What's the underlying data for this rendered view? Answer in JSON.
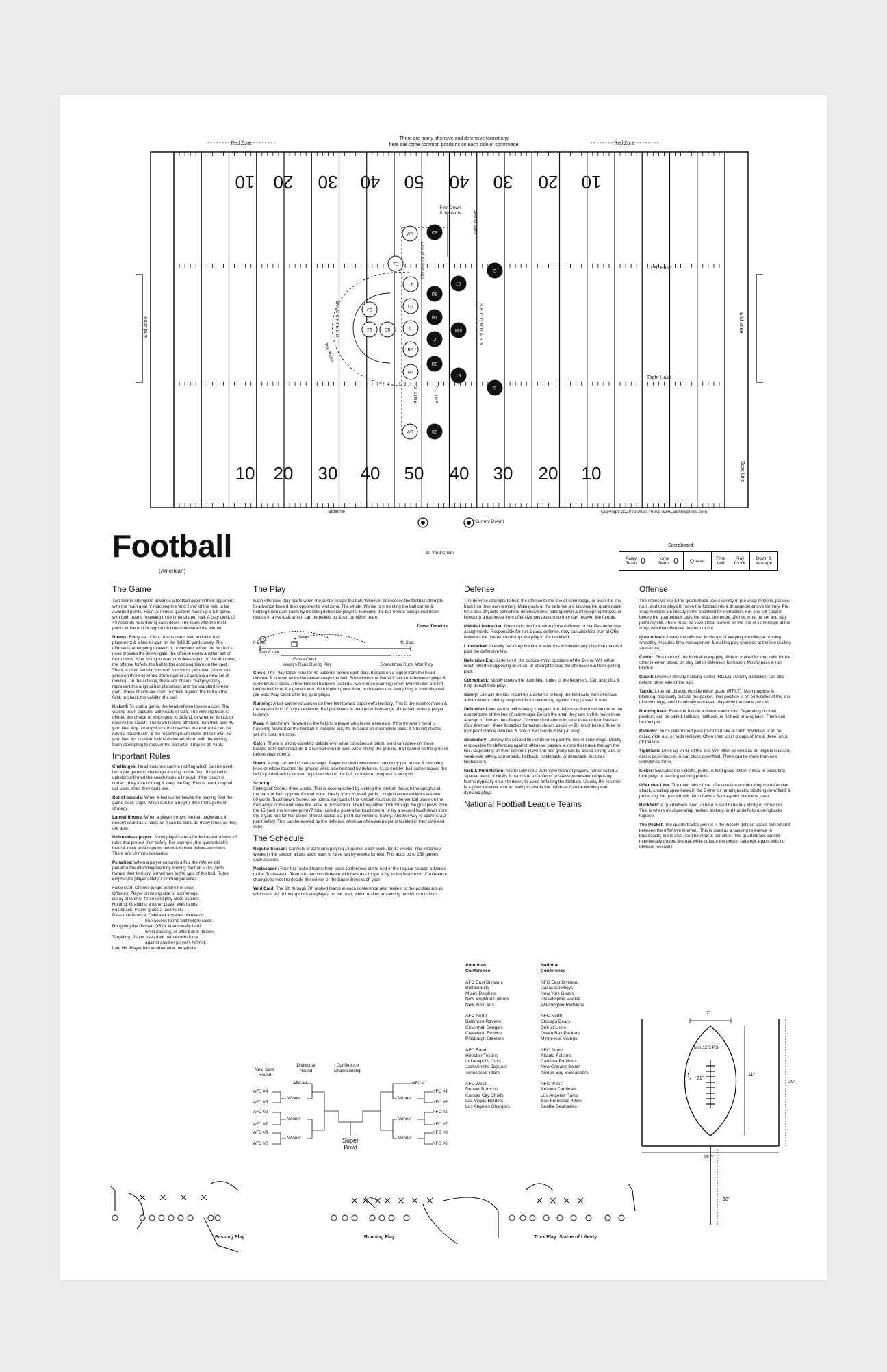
{
  "field": {
    "top_note_1": "There are many offensive and defensive formations,",
    "top_note_2": "here are some common positions on each side of scrimmage.",
    "red_zone_left": "- - - - - - - - Red Zone - - - - - - - -",
    "red_zone_right": "- - - - - - - - Red Zone - - - - - - - -",
    "top_numbers": [
      "10",
      "20",
      "30",
      "40",
      "50",
      "40",
      "30",
      "20",
      "10"
    ],
    "bottom_numbers": [
      "10",
      "20",
      "30",
      "40",
      "50",
      "40",
      "30",
      "20",
      "10"
    ],
    "end_zone_left": "End Zone",
    "end_zone_right": "End Zone",
    "left_hash": "Left Hash",
    "right_hash": "Right Hash",
    "first_down": "First Down",
    "ten_yards": "& 10 Yards",
    "line_to_gain": "Line to Gain",
    "line_of_scrimmage": "Line of Scrimmage",
    "backfield": "BACKFIELD",
    "the_pocket": "The Pocket",
    "secondary": "SECONDARY",
    "o_line": "O-LINE",
    "d_line": "D-LINE",
    "sideline": "Sideline",
    "base_line": "Base Line",
    "copyright": "Copyright 2020 Archie's Press www.archiespress.com",
    "ten_yard_chain": "10 Yard Chain",
    "current_down": "(Current Down)",
    "offense_players": [
      "WR",
      "TE",
      "LT",
      "LG",
      "C",
      "RG",
      "RT",
      "FB",
      "TB",
      "QB",
      "WR"
    ],
    "defense_players": [
      "CB",
      "DE",
      "RT",
      "LT",
      "DE",
      "LB",
      "MLB",
      "LB",
      "S",
      "S",
      "CB"
    ]
  },
  "title": "Football",
  "subtitle": "(American)",
  "scoreboard": {
    "label": "Scoreboard",
    "away": "Away Team",
    "away_score": "0",
    "home": "Home Team",
    "home_score": "0",
    "quarter": "Quarter",
    "time_left": "Time Left",
    "play_clock": "Play Clock",
    "down_yardage": "Down & Yardage"
  },
  "game": {
    "heading": "The Game",
    "p1": "Two teams attempt to advance a football against their opponent, with the main goal of reaching the 'end zone' of the field to be awarded points. Four 15-minute quarters make up a full game, with both teams receiving three timeouts per half. A play clock of 40 seconds runs during each down. The team with the most points at the end of regulation time is declared the winner.",
    "downs_t": "Downs:",
    "downs": " Every set of four downs starts with an initial ball placement & a line-to-gain on the field 10 yards away. The offense is attempting to reach it, or beyond. When the football's nose crosses the line-to-gain, the offense earns another set of four downs. After failing to reach the line-to-gain on the 4th down, the offense forfeits the ball to the opposing team on the spot. There is often satisfaction with four yards per down (since four yards on three seperate downs gains 12 yards & a new set of downs). On the sideline, there are 'chains' that physically represent the original ball placement and the standard line-to-gain. These chains are used to check against the ball on the field, or check the validity of a call.",
    "kickoff_t": "Kickoff:",
    "kickoff": " To start a game, the head referee tosses a coin. The visiting team captians call heads or tails. The winning team is offered the choice of which goal to defend, or whether to kick or receive the kickoff. The team kicking off starts from their own 45-yard line. Any uncaught kick that reaches the end zone can be ruled a 'touchback', & the receiving team starts at their own 25-yard line. An 'on-side' kick is delivered short, with the kicking team attempting to recover the ball after it travels 10 yards."
  },
  "rules": {
    "heading": "Important Rules",
    "challenges_t": "Challenges:",
    "challenges": " Head coaches carry a red flag which can be used twice per game to challenge a ruling on the field. If the call is upheld/confirmed the coach loses a timeout. If the coach is correct, they lose nothing & keep the flag. Film is used, original call used when they can't see.",
    "oob_t": "Out of bounds:",
    "oob": " When a ball carrier leaves the playing field the game clock stops, which can be a helpful time management strategy.",
    "lateral_t": "Lateral throws:",
    "lateral": " When a player throws the ball backwards it doesn't count as a pass, so it can be done as many times as they are able.",
    "defenseless_t": "Defenseless player:",
    "defenseless": " Some players are afforded an extra layer of rules that protect their safety. For example, the quarterback's head & neck area is protected due to their defenselessness. There are 10 more scenarios.",
    "penalties_t": "Penalties:",
    "penalties": " When a player commits a foul the referee will penalize the offending team by moving the ball 5 -15 yards toward their territory, sometimes to the spot of the foul. Rules emphasize player safety. Common penalties:",
    "penalty_list": [
      "False start: Offense jumps before the snap.",
      "Offsides: Player on wrong side of scrimmage.",
      "Delay of Game: 40-second play clock expires.",
      "Holding: Grabbing another player with hands.",
      "Facemask: Player grabs a facemask.",
      "Pass Interference: Defender impedes receiver's",
      "free access to the ball before catch.",
      "Roughing the Passer: QB hit intentionally hard,",
      "while passing, or after ball is thrown.",
      "Targeting: Player uses their helmet with force",
      "against another player's helmet.",
      "Late Hit: Player hits another after the whistle."
    ]
  },
  "play": {
    "heading": "The Play",
    "p1": "Each offensive play starts when the center snaps the ball. Whoever possesses the football attempts to advance toward their opponent's end zone. The whole offense is protecting the ball carrier & helping them gain yards by blocking defensive players. Fumbling the ball before being ruled down results in a live-ball, which can be picked up & run by either team.",
    "down_timeline": "Down Timeline",
    "zero_sec": "0 Sec.",
    "forty_sec": "40 Sec.",
    "snap": "Snap",
    "play_clock": "Play Clock",
    "game_clock": "Game Clock",
    "always_runs": "Always Runs During Play",
    "sometimes_runs": "Sometimes Runs After Play",
    "clock_t": "Clock:",
    "clock": " The Play Clock runs for 40 seconds before each play. It starts on a signal from the head referree & is reset when the center snaps the ball. Sometimes the Game Clock runs between plays & sometimes it stops. A free timeout happens (called a two-minute warning) when two minutes are left before half-time & a game's end. With limited game time, both teams use everything at their disposal. (25 Sec. Play Clock after big-gain plays)",
    "running_t": "Running:",
    "running": " A ball-carrier advances on their feet toward opponent's territory. This is the most common & the easiest kind of play to execute. Ball placement is marked at front-edge of the ball, when a player is down.",
    "pass_t": "Pass:",
    "pass": " A ball thrown forward on the field to a player who is not a lineman. If the thrower's hand is travelling forward as the football is knocked out, it's declared an incomplete pass. If it hasn't started yet, it's ruled a fumble.",
    "catch_t": "Catch:",
    "catch": " There is a long-standing debate over what constitues a catch. Most can agree on these basics: both feet inbounds & clear ball-control even while hitting the ground. Ball cannot hit the ground before clear control.",
    "down_t": "Down:",
    "down": " A play can end in various ways. Player is ruled down when: any body part above & including knee or elbow touches the ground while also touched by defense. ALso end by: ball-carrier leaves the field, quarterback is tackled in possession of the ball, or forward progress is stopped.",
    "scoring_t": "Scoring:",
    "scoring": "Field goal: Scores three points. This is accomplished by kicking the football through the uprights at the back of their opponent's end zone. Ideally from 20 to 40 yards. Longest recorded kicks are over 60 yards. Touchdown: Scores six points. Any part of the football must cross the vertical plane on the front-edge of the end zone line while in possession. Then they either: kick through the goal posts from the 15-yard line for one point (7 total, called a point-after-touchdown), or try a second touchdown from the 2-yard line for two points (8 total, called a 2-point-conversion). Safety: Another way to score is a 2-point safety. This can be earned by the defense, when an offensive player is tackled in their own end zone."
  },
  "schedule": {
    "heading": "The Schedule",
    "regular_t": "Regular Season:",
    "regular": " Consists of 32 teams playing 16 games each week, for 17 weeks. The extra two weeks in the season allows each team to have two by-weeks for rest. This adds up to 256 games each season.",
    "post_t": "Postseason:",
    "post": " Four top-ranked teams from each conference at the end of the regular season advance to the Postseason. Teams in each conference with best record get a 'by' in the first round. Conference champions meet to decide the winner of the Super Bowl each year.",
    "wild_t": "Wild Card:",
    "wild": " The 5th through 7th ranked teams in each conference also make it to the postseason as wild cards. All of their games are played on the road, which makes advancing much more difficult.",
    "wild_card_round": "Wild Card Round",
    "divisional_round": "Divisional Round",
    "conference_championship": "Conference Championship",
    "afc1": "AFC #1",
    "nfc1": "NFC #1",
    "afc_seeds": [
      "AFC #4",
      "AFC #5",
      "AFC #2",
      "AFC #7",
      "AFC #3",
      "AFC #6"
    ],
    "nfc_seeds": [
      "NFC #4",
      "NFC #5",
      "NFC #2",
      "NFC #7",
      "NFC #3",
      "NFC #6"
    ],
    "winner": "Winner",
    "super_bowl": "Super Bowl"
  },
  "defense": {
    "heading": "Defense",
    "p1": "The defense attempts to hold the offense to the line of scrimmage, or push the line back into their own territory. Main goals of the defense are tackling the quarterback for a loss of yards behind the defensive line, batting down & intercepting throws, or knocking a ball loose from offensive possession so they can recover the fumble.",
    "mlb_t": "Middle Linebacker:",
    "mlb": " Often calls the formation of the defense, or clarifies defensive assignments. Responsible for run & pass defense, they can also blitz (run at QB) between the linemen to disrupt the play in the backfield.",
    "lb_t": "Linebacker:",
    "lb": " Literally backs up the line & attempts to contain any play that makes it past the defensive line.",
    "de_t": "Defensive End:",
    "de": " Linemen in the outside-most positions of the D-line. Will either crash into their opposing lineman, or attempt to stop the offensive run from getting past.",
    "cb_t": "Cornerback:",
    "cb": " Mostly covers the downfield routes of the recievers. Can also blitz & help disrupt trick plays.",
    "safety_t": "Safety:",
    "safety": " Literally the last resort for a defense to keep the field safe from offensive advancement. Mainly responsible for defending against long passes & runs.",
    "dline_t": "Defensive Line:",
    "dline": " As the ball is being snapped, the defensive line must be out of the neutral zone at the line of scrimmage. Before the snap they can shift & move in an attempt to distract the offense. Common formations include three or four lineman (four lineman - three linbacker formation shown above (4-3)). Must be in a three or four point stance (two feet & one or two hands down) at snap.",
    "secondary_t": "Secondary:",
    "secondary": " Literally the second line of defense past the line of scrimmage. Mostly responsible for defending against offensive passes, & runs that break through the line. Depending on their position, players in this group can be called strong-side or weak-side safety, cornerback, halfback, nickleback, or dimeback. Includes linebackers.",
    "kick_t": "Kick & Punt Return:",
    "kick": " Technically not a defensive team of players, rather called a 'special team.' Kickoffs & punts are a tranfer of possession between opposing teams (typically on a 4th down, to avoid forfeiting the football). Usually the returner is a great receiver with an ability to evade the defense. Can be exciting and dymanic plays."
  },
  "nfl": {
    "heading": "National Football League Teams",
    "afc_conf": "American Conference",
    "nfc_conf": "National Conference",
    "afc_east_h": "AFC East Division:",
    "afc_east": [
      "Buffalo Bills",
      "Miami Dolphins",
      "New England Patriots",
      "New York Jets"
    ],
    "nfc_east_h": "NFC East Division:",
    "nfc_east": [
      "Dallas Cowboys",
      "New York Giants",
      "Philadelphia Eagles",
      "Washington Redskins"
    ],
    "afc_north_h": "AFC North:",
    "afc_north": [
      "Baltimore Ravens",
      "Cincinnati Bengals",
      "Cleveland Browns",
      "Pittsburgh Steelers"
    ],
    "nfc_north_h": "NFC North:",
    "nfc_north": [
      "Chicago Bears",
      "Detroit Lions",
      "Green Bay Packers",
      "Minnesota Vikings"
    ],
    "afc_south_h": "AFC South:",
    "afc_south": [
      "Houston Texans",
      "Indianapolis Colts",
      "Jacksonville Jaguars",
      "Tennessee Titans"
    ],
    "nfc_south_h": "NFC South:",
    "nfc_south": [
      "Atlanta Falcons",
      "Carolina Panthers",
      "New Orleans Saints",
      "Tampa Bay Buccaneers"
    ],
    "afc_west_h": "AFC West:",
    "afc_west": [
      "Denver Broncos",
      "Kansas City Chiefs",
      "Las Vegas Raiders",
      "Los Angeles Chargers"
    ],
    "nfc_west_h": "NFC West:",
    "nfc_west": [
      "Arizona Cardinals",
      "Los Angeles Rams",
      "San Francisco 49ers",
      "Seattle Seahawks"
    ]
  },
  "offense": {
    "heading": "Offense",
    "p1": "The offensive line & the quarterback use a variety of pre-snap motions, passes, runs, and trick plays to move the football into & through defensive territory. Pre-snap motions are mostly in the backfield for distraction. For one full-second before the quarterback calls the snap, the entire offense must be set and stay perfectly still. There must be seven total players on the line of scrimmage at the snap, whether offensive linemen or not.",
    "qb_t": "Quarterback:",
    "qb": " Leads the offense. In charge of keeping the offense running smoothly. Includes time-management & making play changes at the line (calling an audible).",
    "c_t": "Center:",
    "c": " First to touch the football every play. Able to make blocking calls for the other linemen based on play call or defense's formation. Mostly pass & run blocker.",
    "g_t": "Guard:",
    "g": " Linemen directly flanking center (RG/LG). Mostly a blocker, can also defend other side of the ball.",
    "t_t": "Tackle:",
    "t": " Lineman directly outside either guard (RT/LT). Main purpose is blocking, especially outside the pocket. This position is on both sides of the line of scrimmage, and historically was even played by the same person.",
    "rb_t": "Runningback:",
    "rb": " Runs the ball on a determined route. Depending on their position, can be called: tailback, halfback, or fullback or wingback. There can be multiple.",
    "wr_t": "Receiver:",
    "wr": " Runs determined pass route to make a catch downfield. Can be called wide out, or wide reciever. Often lined up in groups of two & three, on & off the line.",
    "te_t": "Tight End:",
    "te": " Lines up on or off the line. Will often be used as an eligible receiver, also a pass-blocker, & can block downfield. There can be more than one, sometimes three.",
    "k_t": "Kicker:",
    "k": " Executes the kickoffs, punts, & field goals. Often critical in executing trick plays or earning winning points.",
    "ol_t": "Offensive Line:",
    "ol": " The main jobs of the offensive-line are blocking the defensive attack, creating open holes in the D-line for runningbacks, blocking downfield, & protecting the quarterback. Must have a 3- or 4-point stance at snap.",
    "bf_t": "Backfield:",
    "bf": " A quarterback lined up here is said to be in a shotgun formation. This is where most pre-snap motion, trickery, and handoffs to runningbacks happen.",
    "pocket_t": "The Pocket:",
    "pocket": " The quarterback's pocket is the loosely defined space behind and between the offensive linemen. This is used as a passing reference in broadcasts, but is also used for stats & penalties. The quarterback cannot intentionally ground the ball while outside the pocket (attempt a pass with no obvious receiver)."
  },
  "goalpost": {
    "top_width": "7\"",
    "psi": "Min.12.5 PSI",
    "circumference": "21\"",
    "length": "11\"",
    "upright_height": "20'",
    "crossbar": "18.5'",
    "post_height": "10'"
  },
  "plays": {
    "passing": "Passing Play",
    "running": "Running Play",
    "trick": "Trick Play: Statue of Liberty"
  }
}
